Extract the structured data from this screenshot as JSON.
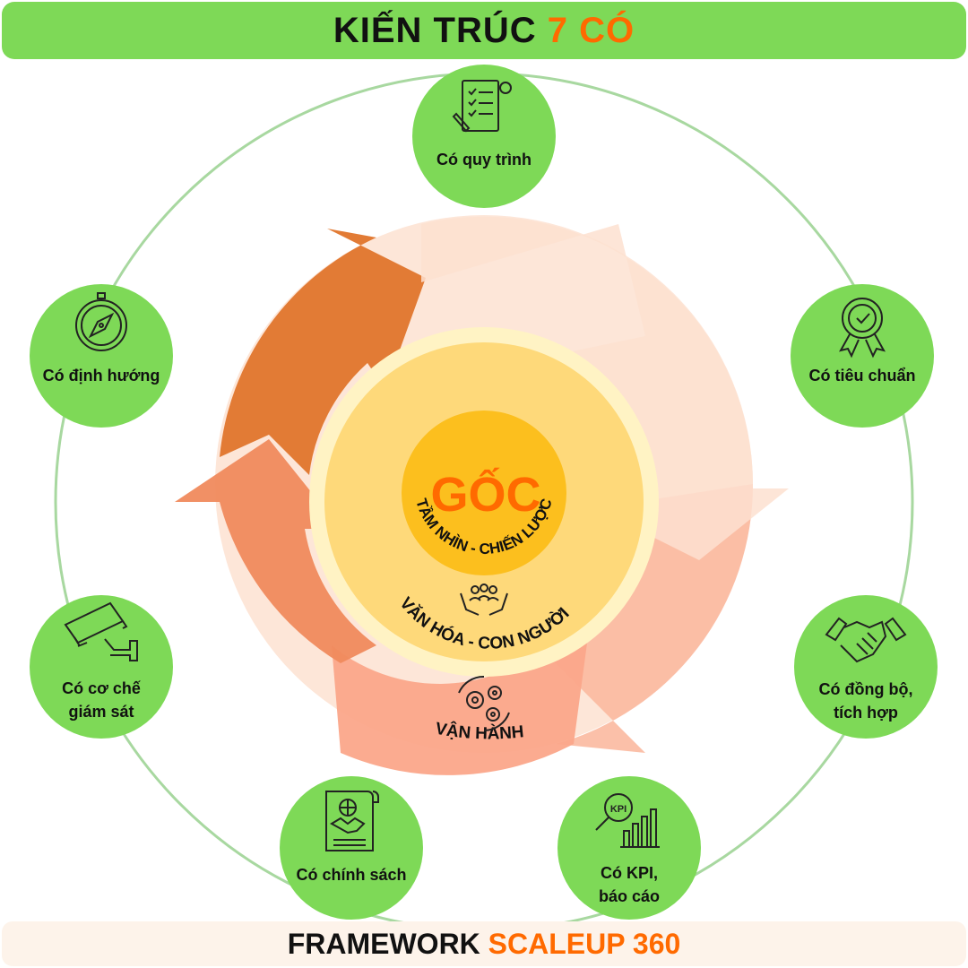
{
  "header": {
    "title_part1": "KIẾN TRÚC",
    "title_part2": "7 CÓ"
  },
  "footer": {
    "title_part1": "FRAMEWORK",
    "title_part2": "SCALEUP 360"
  },
  "core": {
    "title": "GỐC",
    "arc_inner": "TẦM NHÌN - CHIẾN LƯỢC",
    "arc_middle": "VĂN HÓA - CON NGƯỜI",
    "arc_outer": "VẬN HÀNH"
  },
  "nodes": [
    {
      "id": "quy-trinh",
      "lines": [
        "Có quy trình"
      ],
      "icon": "checklist-icon"
    },
    {
      "id": "tieu-chuan",
      "lines": [
        "Có tiêu chuẩn"
      ],
      "icon": "badge-icon"
    },
    {
      "id": "dong-bo",
      "lines": [
        "Có đồng bộ,",
        "tích hợp"
      ],
      "icon": "handshake-icon"
    },
    {
      "id": "kpi",
      "lines": [
        "Có KPI,",
        "báo cáo"
      ],
      "icon": "kpi-chart-icon"
    },
    {
      "id": "chinh-sach",
      "lines": [
        "Có chính sách"
      ],
      "icon": "policy-document-icon"
    },
    {
      "id": "giam-sat",
      "lines": [
        "Có cơ chế",
        "giám sát"
      ],
      "icon": "security-camera-icon"
    },
    {
      "id": "dinh-huong",
      "lines": [
        "Có định hướng"
      ],
      "icon": "compass-icon"
    }
  ],
  "colors": {
    "green": "#7ed957",
    "accent_orange": "#ff6a00",
    "ring_line": "#a8d8a0",
    "arrow_dark": "#e07a2e",
    "arrow_light": "#fde1d0",
    "core_yellow": "#fcbf1e"
  }
}
